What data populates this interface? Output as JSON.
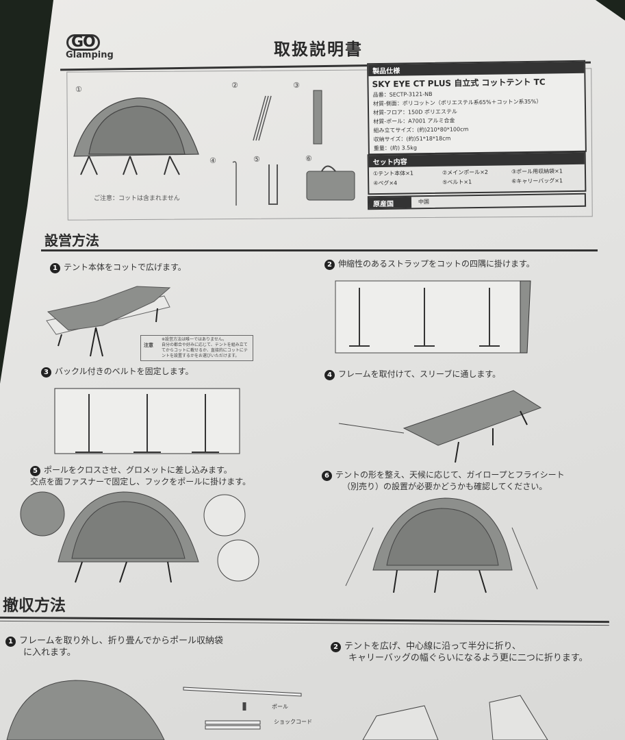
{
  "header": {
    "logo_go": "GO",
    "logo_name": "Glamping",
    "title": "取扱説明書"
  },
  "parts": {
    "numbers": [
      "①",
      "②",
      "③",
      "④",
      "⑤",
      "⑥"
    ],
    "note": "ご注意：コットは含まれません"
  },
  "spec": {
    "heading": "製品仕様",
    "product": "SKY EYE CT PLUS  自立式 コットテント TC",
    "rows": [
      "品番：SECTP-3121-NB",
      "材質-側面：ポリコットン（ポリエステル系65%＋コットン系35%）",
      "材質-フロア：150D ポリエステル",
      "材質-ポール：A7001 アルミ合金",
      "組み立てサイズ：(約)210*80*100cm",
      "収納サイズ：(約)51*18*18cm",
      "重量：(約) 3.5kg"
    ]
  },
  "set_contents": {
    "heading": "セット内容",
    "items": [
      "①テント本体×1",
      "②メインポール×2",
      "③ポール用収納袋×1",
      "④ペグ×4",
      "⑤ベルト×1",
      "⑥キャリーバッグ×1"
    ]
  },
  "origin": {
    "label": "原産国",
    "value": "中国"
  },
  "setup": {
    "heading": "設営方法",
    "steps": [
      {
        "n": "1",
        "text": "テント本体をコットで広げます。"
      },
      {
        "n": "2",
        "text": "伸縮性のあるストラップをコットの四隅に掛けます。"
      },
      {
        "n": "3",
        "text": "バックル付きのベルトを固定します。"
      },
      {
        "n": "4",
        "text": "フレームを取付けて、スリーブに通します。"
      },
      {
        "n": "5",
        "text": "ポールをクロスさせ、グロメットに差し込みます。",
        "text2": "交点を面ファスナーで固定し、フックをポールに掛けます。"
      },
      {
        "n": "6",
        "text": "テントの形を整え、天候に応じて、ガイロープとフライシート",
        "text2": "（別売り）の設置が必要かどうかも確認してください。"
      }
    ],
    "warning": {
      "label": "注意",
      "lines": [
        "※設営方法は唯一ではありません。",
        "自分の都合や好みに応じて、テントを組み立て",
        "てからコットに載せるか、直接的にコットにテ",
        "ントを設置するかをお選びいただけます。"
      ]
    }
  },
  "teardown": {
    "heading": "撤収方法",
    "steps": [
      {
        "n": "1",
        "text": "フレームを取り外し、折り畳んでからポール収納袋",
        "text2": "に入れます。"
      },
      {
        "n": "2",
        "text": "テントを広げ、中心線に沿って半分に折り、",
        "text2": "キャリーバッグの幅ぐらいになるよう更に二つに折ります。"
      }
    ],
    "labels": {
      "pole": "ポール",
      "shock_cord": "ショックコード"
    }
  }
}
